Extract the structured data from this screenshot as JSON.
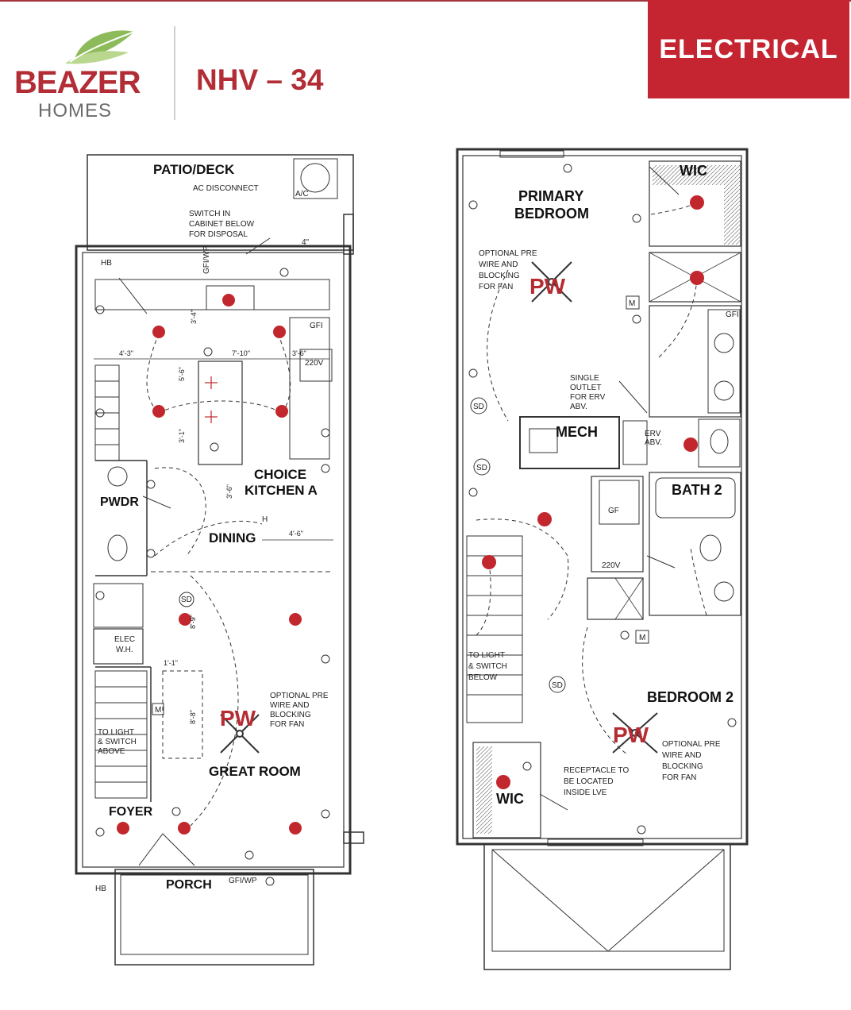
{
  "brand": {
    "name": "BEAZER",
    "sub": "HOMES",
    "color": "#b22d35"
  },
  "plan_code": "NHV – 34",
  "badge": {
    "label": "ELECTRICAL",
    "color": "#c42531"
  },
  "first_floor": {
    "rooms": {
      "patio": "PATIO/DECK",
      "choice_kitchen": [
        "CHOICE",
        "KITCHEN A"
      ],
      "pwdr": "PWDR",
      "dining": "DINING",
      "great_room": "GREAT ROOM",
      "foyer": "FOYER",
      "porch": "PORCH"
    },
    "notes": {
      "ac_disconnect": "AC DISCONNECT",
      "switch_cabinet": [
        "SWITCH IN",
        "CABINET BELOW",
        "FOR DISPOSAL"
      ],
      "fan_note": [
        "OPTIONAL PRE",
        "WIRE AND",
        "BLOCKING",
        "FOR FAN"
      ],
      "stair_note": [
        "TO LIGHT",
        "& SWITCH",
        "ABOVE"
      ],
      "elec_wh": [
        "ELEC",
        "W.H."
      ],
      "hb_top": "HB",
      "hb_bottom": "HB",
      "gfi_wp_top": "GFI/WP",
      "gfi_wp_porch": "GFI/WP",
      "gfi": "GFI",
      "v220": "220V",
      "four_inch": "4\"",
      "ac": "A/C",
      "sd": "SD",
      "h": "H",
      "m": "M",
      "pw": "PW"
    },
    "dims": [
      "4'-3\"",
      "7'-10\"",
      "3'-6\"",
      "5'-6\"",
      "3'-1\"",
      "3'-6\"",
      "4'-6\"",
      "3'-4\"",
      "8'-9\"",
      "1'-1\"",
      "8'-8\""
    ]
  },
  "second_floor": {
    "rooms": {
      "primary": [
        "PRIMARY",
        "BEDROOM"
      ],
      "wic_top": "WIC",
      "mech": "MECH",
      "bath2": "BATH 2",
      "bedroom2": "BEDROOM 2",
      "wic_bottom": "WIC"
    },
    "notes": {
      "fan_note_primary": [
        "OPTIONAL PRE",
        "WIRE AND",
        "BLOCKING",
        "FOR FAN"
      ],
      "fan_note_bed2": [
        "OPTIONAL PRE",
        "WIRE AND",
        "BLOCKING",
        "FOR FAN"
      ],
      "erv_outlet": [
        "SINGLE",
        "OUTLET",
        "FOR ERV",
        "ABV."
      ],
      "erv": [
        "ERV",
        "ABV."
      ],
      "stair_note": [
        "TO LIGHT",
        "& SWITCH",
        "BELOW"
      ],
      "receptacle": [
        "RECEPTACLE TO",
        "BE LOCATED",
        "INSIDE LVE"
      ],
      "gf": "GF",
      "gfi": "GFI",
      "v220": "220V",
      "sd": "SD",
      "m": "M",
      "pw": "PW"
    }
  },
  "colors": {
    "fixture": "#c1272d",
    "wall": "#4a4a4a",
    "line": "#222222"
  }
}
